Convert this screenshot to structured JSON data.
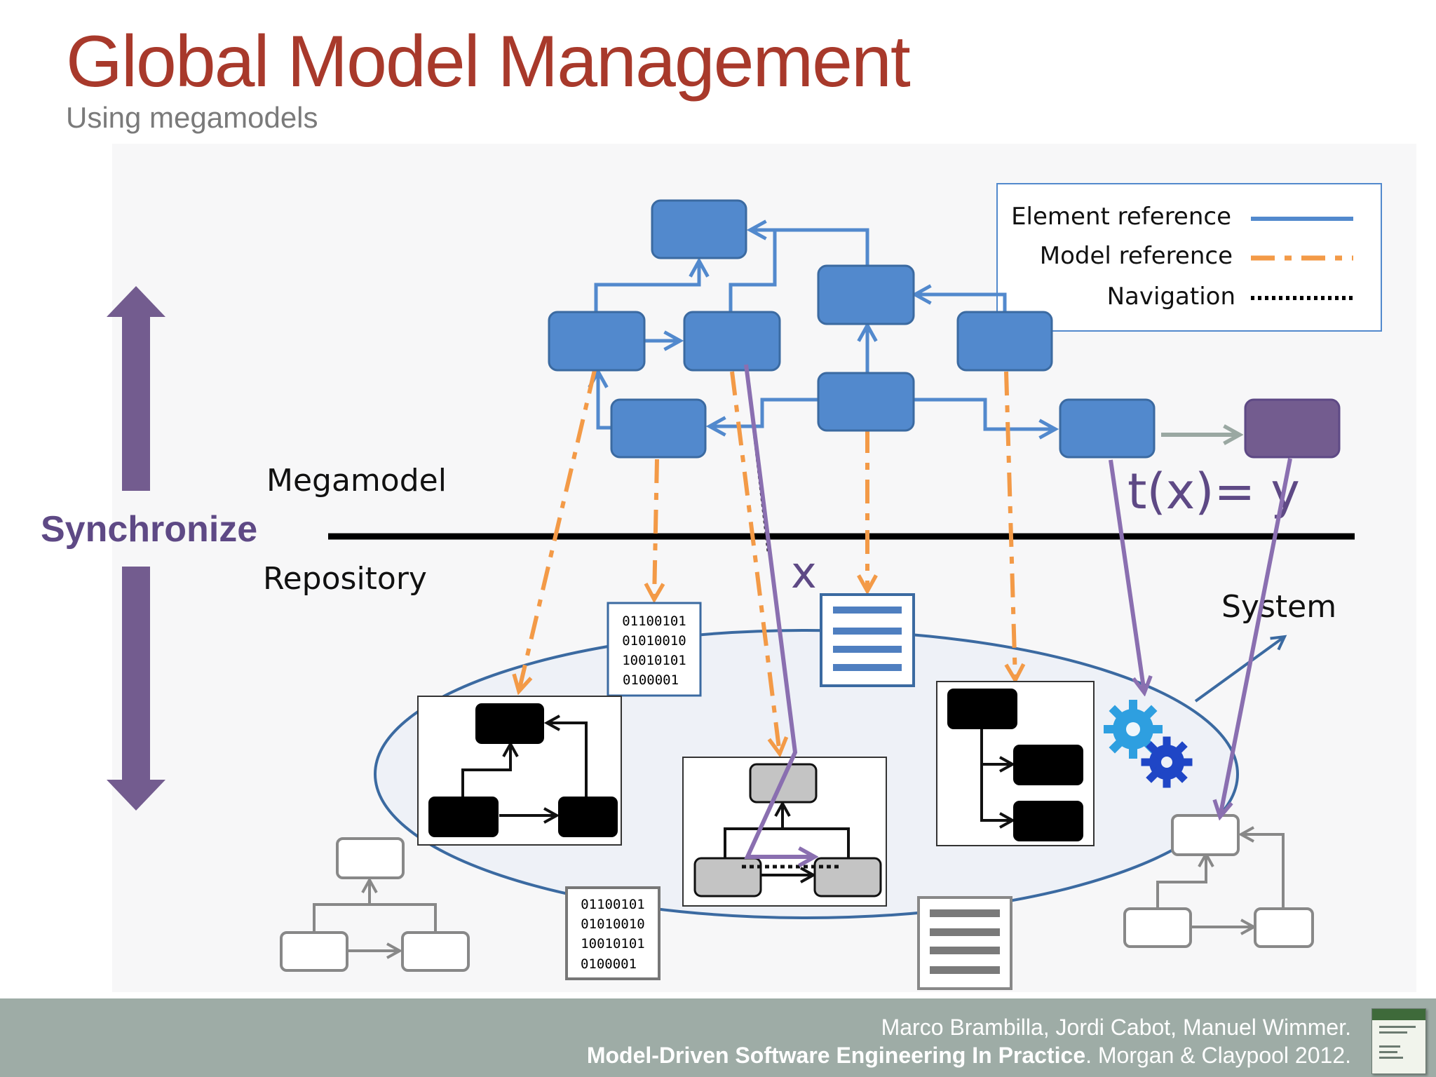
{
  "slide": {
    "title": "Global Model Management",
    "subtitle": "Using megamodels"
  },
  "diagram": {
    "left_label": "Synchronize",
    "megamodel_label": "Megamodel",
    "repository_label": "Repository",
    "system_label": "System",
    "x_label": "x",
    "transform_label": "t(x)= y",
    "legend": {
      "element_reference": "Element reference",
      "model_reference": "Model reference",
      "navigation": "Navigation"
    },
    "binary_top": [
      "01100101",
      "01010010",
      "10010101",
      "0100001"
    ],
    "binary_bottom": [
      "01100101",
      "01010010",
      "10010101",
      "0100001"
    ],
    "colors": {
      "title": "#a8392b",
      "element_box": "#5289cd",
      "purple": "#735c8f",
      "model_ref": "#f39a47",
      "footer": "#9eaca6"
    }
  },
  "footer": {
    "authors": "Marco Brambilla, Jordi Cabot, Manuel Wimmer.",
    "book_title": "Model-Driven Software Engineering In Practice",
    "publisher": ". Morgan & Claypool 2012."
  }
}
